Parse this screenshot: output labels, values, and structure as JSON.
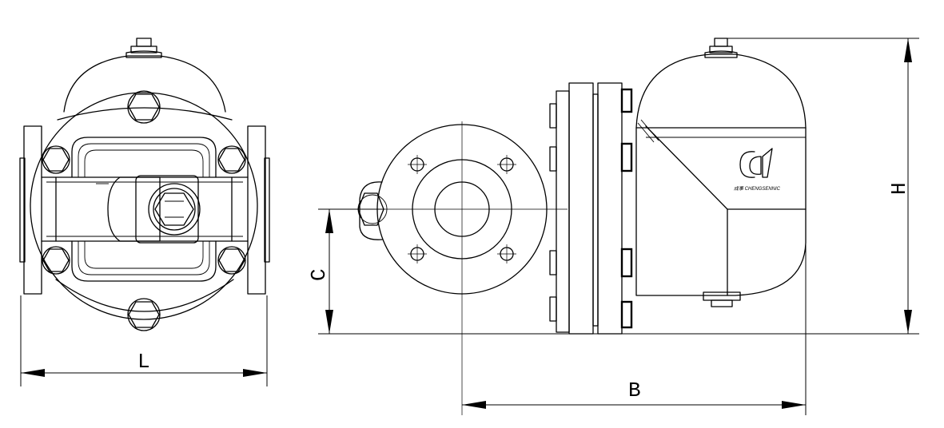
{
  "dimensions": {
    "L": "L",
    "B": "B",
    "C": "C",
    "H": "H"
  },
  "logo": {
    "mark": "C",
    "text": "成事 CHENGSENNIC"
  },
  "colors": {
    "line": "#000000",
    "background": "#ffffff"
  }
}
